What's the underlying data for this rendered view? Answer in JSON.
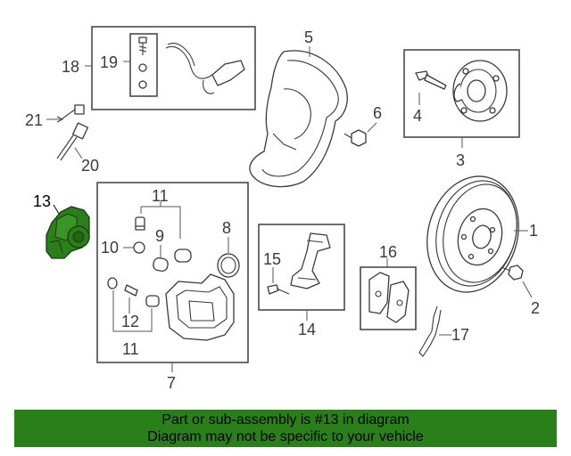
{
  "callouts": {
    "c1": "1",
    "c2": "2",
    "c3": "3",
    "c4": "4",
    "c5": "5",
    "c6": "6",
    "c7": "7",
    "c8": "8",
    "c9": "9",
    "c10": "10",
    "c11a": "11",
    "c11b": "11",
    "c12": "12",
    "c13": "13",
    "c14": "14",
    "c15": "15",
    "c16": "16",
    "c17": "17",
    "c18": "18",
    "c19": "19",
    "c20": "20",
    "c21": "21"
  },
  "highlight_color": "#2a7f1a",
  "footer": {
    "line1": "Part or sub-assembly is #13 in diagram",
    "line2": "Diagram may not be specific to your vehicle"
  }
}
